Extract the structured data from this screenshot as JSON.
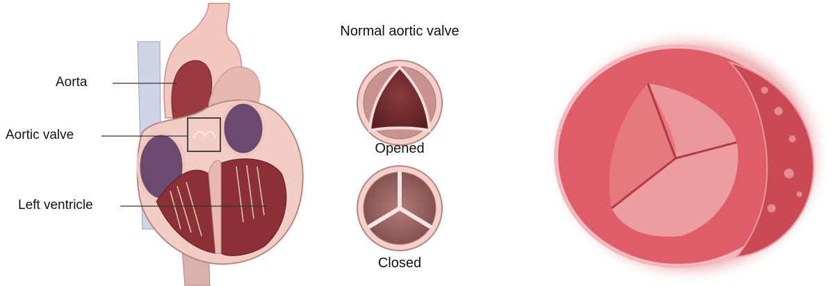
{
  "diagram": {
    "labels": {
      "aorta": "Aorta",
      "aortic_valve": "Aortic valve",
      "left_ventricle": "Left ventricle"
    },
    "valve_panel": {
      "title": "Normal aortic valve",
      "opened_caption": "Opened",
      "closed_caption": "Closed"
    },
    "colors": {
      "heart_wall": "#c98a86",
      "tissue_pink": "#f0c6bf",
      "chamber_red": "#7a2f33",
      "atrium_purple": "#6a4a6e",
      "valve_ring": "#f3c9c4",
      "photo_red": "#e0666f"
    }
  }
}
